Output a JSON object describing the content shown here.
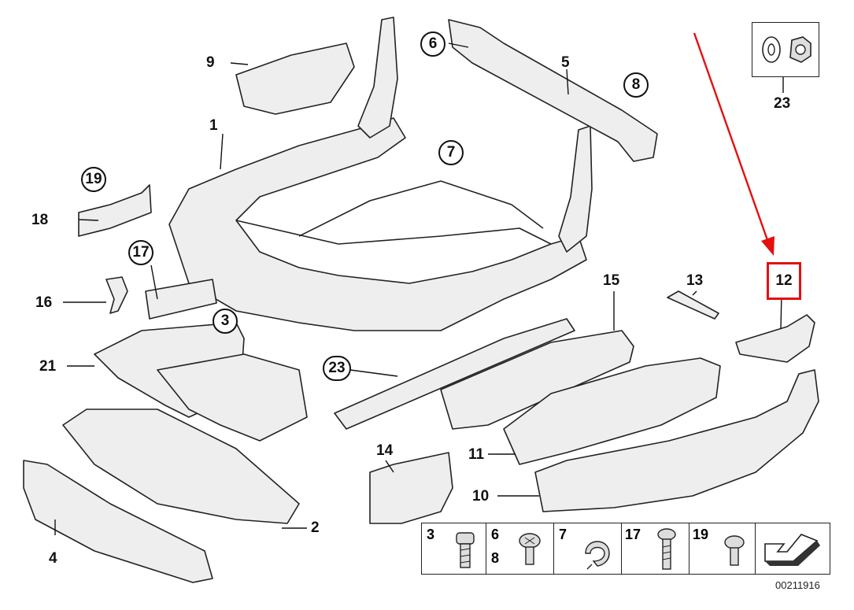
{
  "callouts": {
    "c1": "1",
    "c2": "2",
    "c3": "3",
    "c4": "4",
    "c5": "5",
    "c6": "6",
    "c7": "7",
    "c8": "8",
    "c9": "9",
    "c10": "10",
    "c11": "11",
    "c12": "12",
    "c13": "13",
    "c14": "14",
    "c15": "15",
    "c16": "16",
    "c17": "17",
    "c18": "18",
    "c19": "19",
    "c21": "21",
    "c23a": "23",
    "c23b": "23"
  },
  "legend": {
    "cells": [
      {
        "top": "3",
        "bottom": ""
      },
      {
        "top": "6",
        "bottom": "8"
      },
      {
        "top": "7",
        "bottom": ""
      },
      {
        "top": "17",
        "bottom": ""
      },
      {
        "top": "19",
        "bottom": ""
      }
    ]
  },
  "diagram_number": "00211916",
  "colors": {
    "highlight": "#e3100f",
    "line": "#111111",
    "part_fill": "#eeeeee"
  },
  "icons": [
    "pointer-arrow-icon",
    "bolt-icon",
    "clip-icon",
    "washer-nut-icon",
    "direction-arrow-icon"
  ]
}
